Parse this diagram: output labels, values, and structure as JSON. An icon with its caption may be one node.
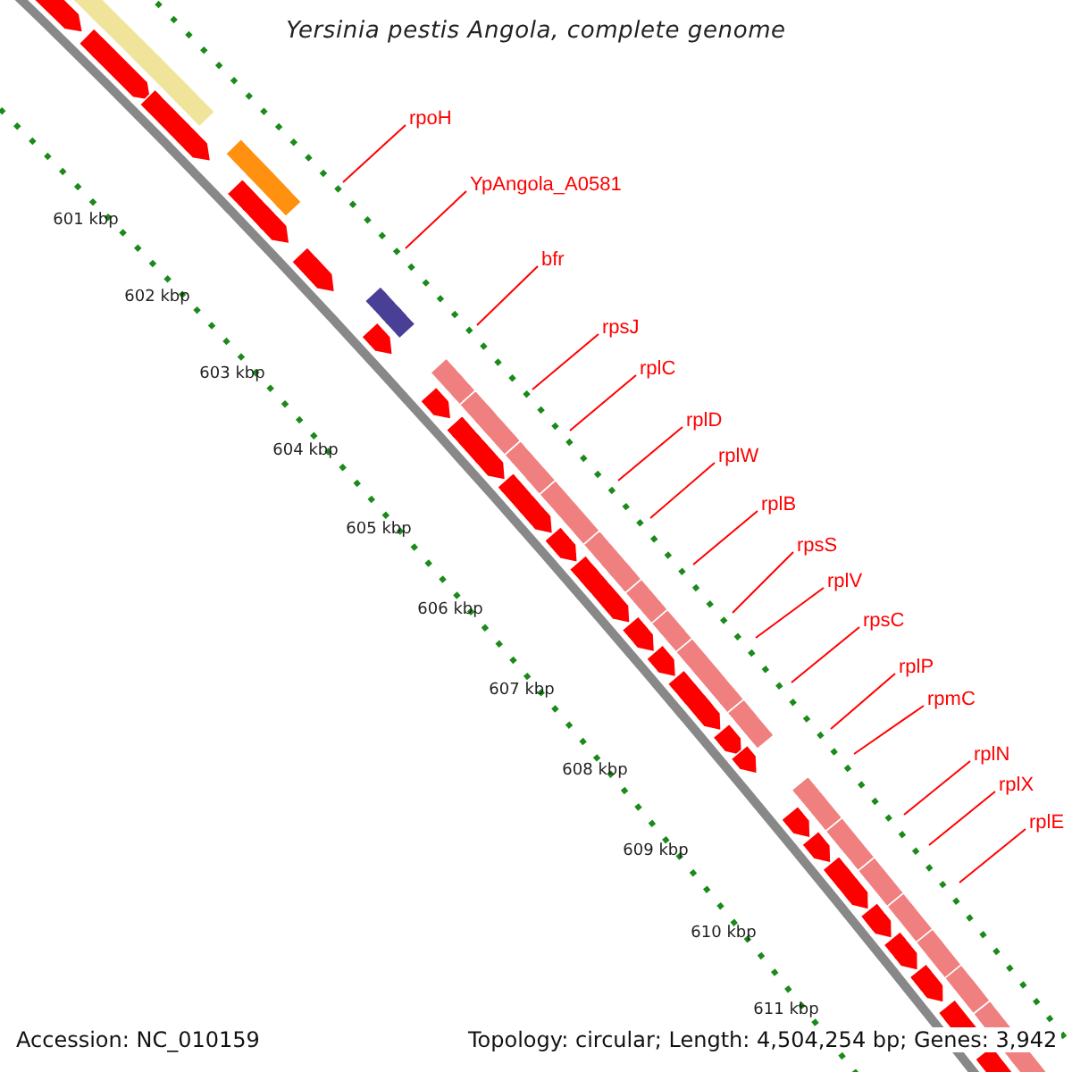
{
  "diagram": {
    "title": "Yersinia pestis Angola, complete genome",
    "nodes": [
      {
        "text": [
          "rpoH"
        ]
      },
      {
        "text": [
          "YpAngola_A0581"
        ]
      },
      {
        "text": [
          "bfr"
        ]
      },
      {
        "text": [
          "rpsJ"
        ]
      },
      {
        "text": [
          "rplC"
        ]
      },
      {
        "text": [
          "rplD"
        ]
      },
      {
        "text": [
          "rplW"
        ]
      },
      {
        "text": [
          "rplB"
        ]
      },
      {
        "text": [
          "rpsS"
        ]
      },
      {
        "text": [
          "rplV"
        ]
      },
      {
        "text": [
          "rpsC"
        ]
      },
      {
        "text": [
          "rplP"
        ]
      },
      {
        "text": [
          "rpmC"
        ]
      },
      {
        "text": [
          "rplN"
        ]
      },
      {
        "text": [
          "rplX"
        ]
      },
      {
        "text": [
          "rplE"
        ]
      }
    ],
    "edges": [
      {
        "from": 0,
        "to": null,
        "arrow": "none"
      },
      {
        "from": 1,
        "to": null,
        "arrow": "none"
      },
      {
        "from": 2,
        "to": null,
        "arrow": "none"
      },
      {
        "from": 3,
        "to": null,
        "arrow": "none"
      },
      {
        "from": 4,
        "to": null,
        "arrow": "none"
      },
      {
        "from": 5,
        "to": null,
        "arrow": "none"
      },
      {
        "from": 6,
        "to": null,
        "arrow": "none"
      },
      {
        "from": 7,
        "to": null,
        "arrow": "none"
      },
      {
        "from": 8,
        "to": null,
        "arrow": "none"
      },
      {
        "from": 9,
        "to": null,
        "arrow": "none"
      },
      {
        "from": 10,
        "to": null,
        "arrow": "none"
      },
      {
        "from": 11,
        "to": null,
        "arrow": "none"
      },
      {
        "from": 12,
        "to": null,
        "arrow": "none"
      },
      {
        "from": 13,
        "to": null,
        "arrow": "none"
      },
      {
        "from": 14,
        "to": null,
        "arrow": "none"
      },
      {
        "from": 15,
        "to": null,
        "arrow": "none"
      }
    ],
    "labels": [
      "601 kbp",
      "602 kbp",
      "603 kbp",
      "604 kbp",
      "605 kbp",
      "606 kbp",
      "607 kbp",
      "608 kbp",
      "609 kbp",
      "610 kbp",
      "611 kbp",
      "Accession: NC_010159",
      "Topology: circular; Length: 4,504,254 bp; Genes: 3,942"
    ]
  }
}
